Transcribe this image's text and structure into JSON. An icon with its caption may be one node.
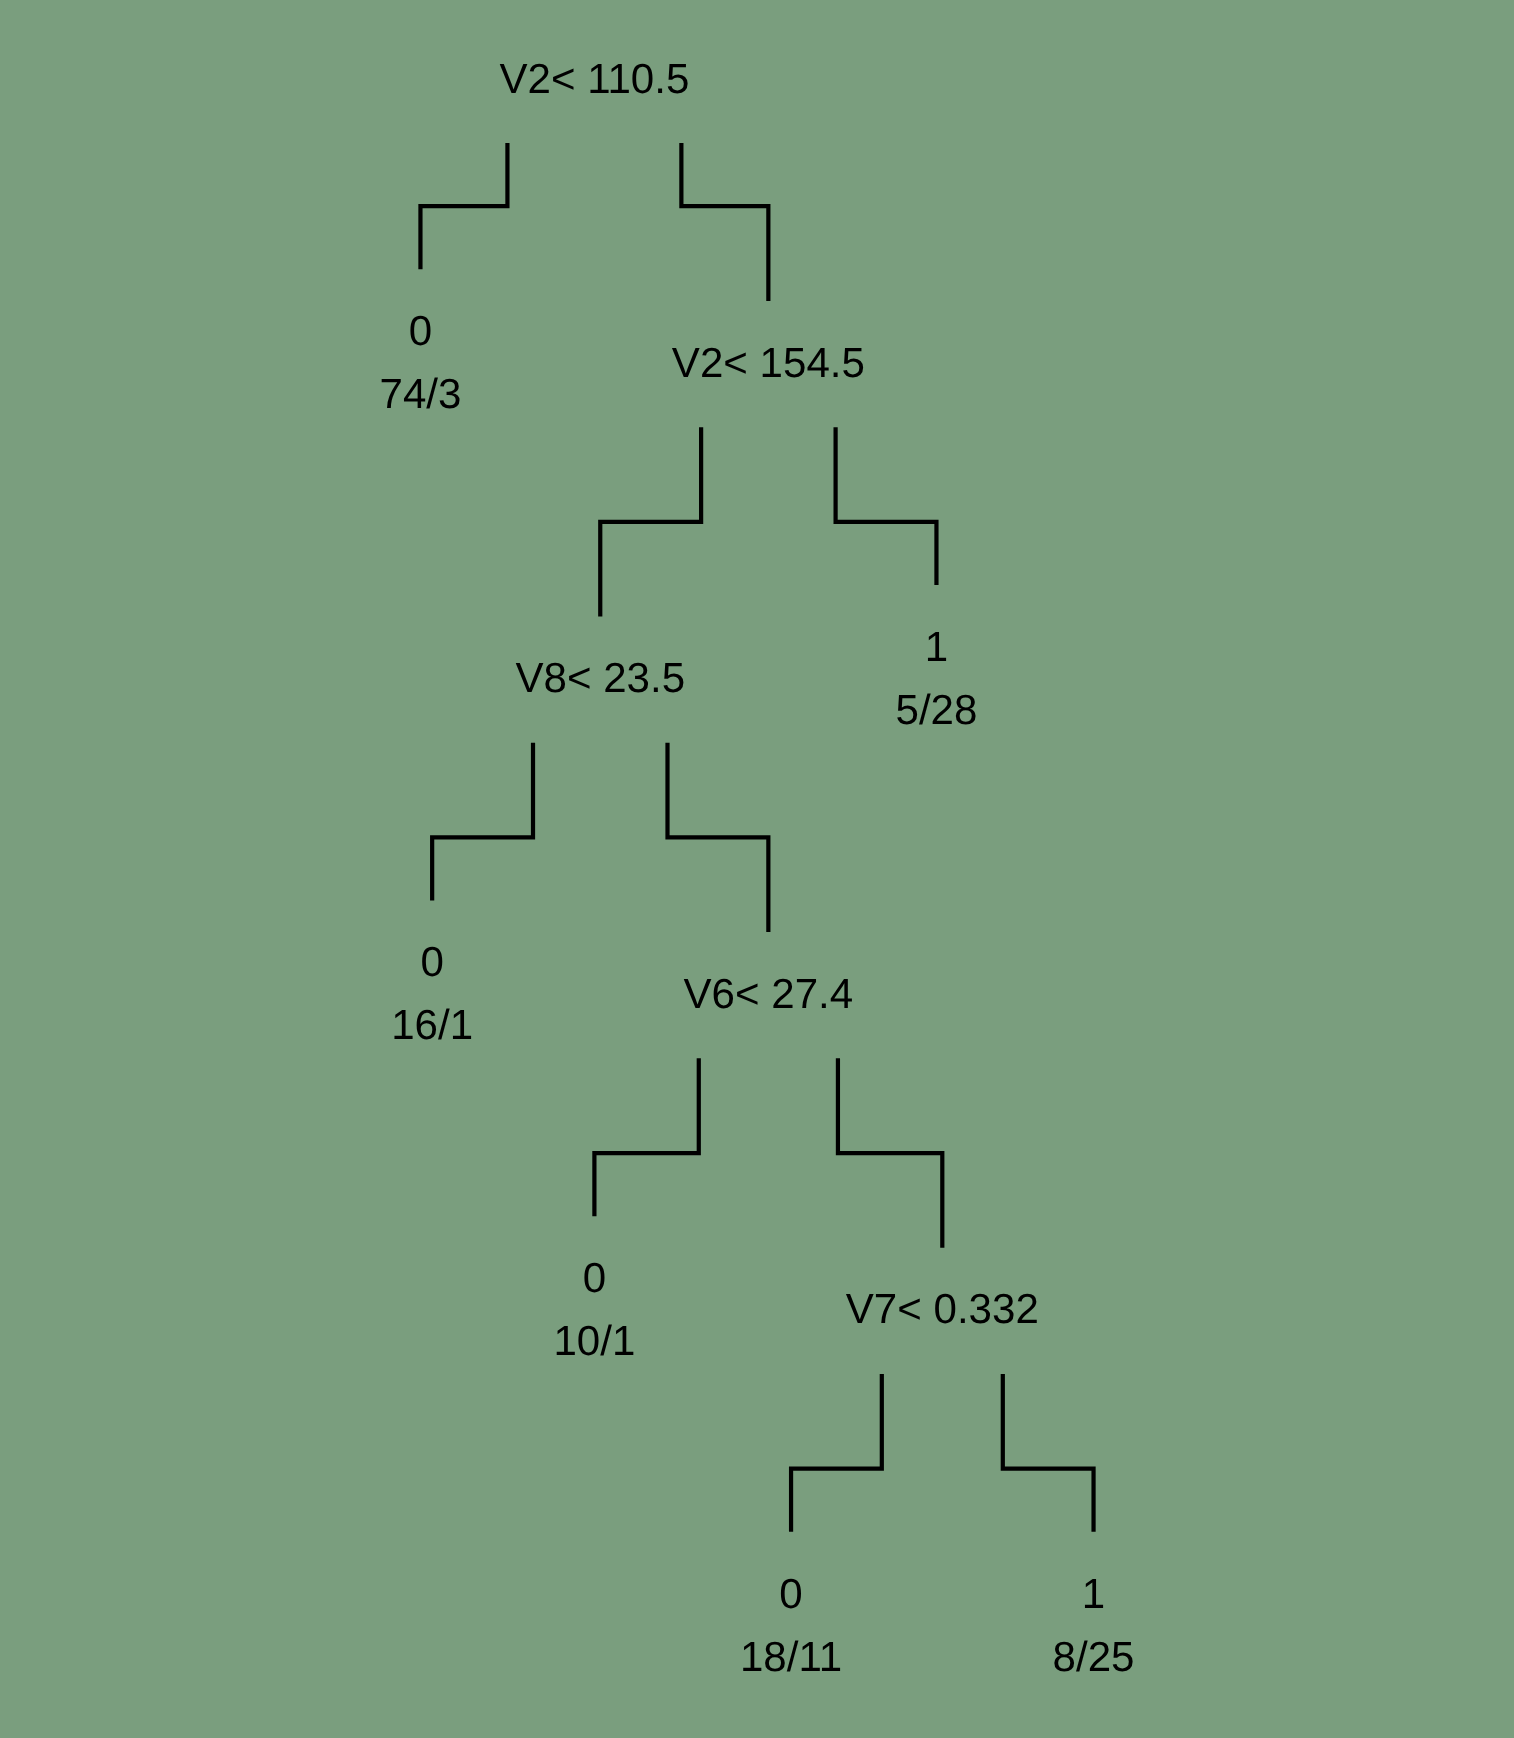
{
  "diagram": {
    "nodes": [
      {
        "text": [
          "V2< 110.5"
        ]
      },
      {
        "text": [
          "0",
          "74/3"
        ]
      },
      {
        "text": [
          "V2< 154.5"
        ]
      },
      {
        "text": [
          "V8< 23.5"
        ]
      },
      {
        "text": [
          "0",
          "16/1"
        ]
      },
      {
        "text": [
          "V6< 27.4"
        ]
      },
      {
        "text": [
          "1",
          "5/28"
        ]
      },
      {
        "text": [
          "0",
          "10/1"
        ]
      },
      {
        "text": [
          "V7< 0.332"
        ]
      },
      {
        "text": [
          "0",
          "18/11"
        ]
      },
      {
        "text": [
          "1",
          "8/25"
        ]
      }
    ],
    "edges": [
      {
        "from": 0,
        "to": 1,
        "arrow": "none"
      },
      {
        "from": 0,
        "to": 2,
        "arrow": "none"
      },
      {
        "from": 2,
        "to": 3,
        "arrow": "none"
      },
      {
        "from": 2,
        "to": 6,
        "arrow": "none"
      },
      {
        "from": 3,
        "to": 4,
        "arrow": "none"
      },
      {
        "from": 3,
        "to": 5,
        "arrow": "none"
      },
      {
        "from": 5,
        "to": 7,
        "arrow": "none"
      },
      {
        "from": 5,
        "to": 8,
        "arrow": "none"
      },
      {
        "from": 8,
        "to": 9,
        "arrow": "none"
      },
      {
        "from": 8,
        "to": 10,
        "arrow": "none"
      }
    ]
  }
}
